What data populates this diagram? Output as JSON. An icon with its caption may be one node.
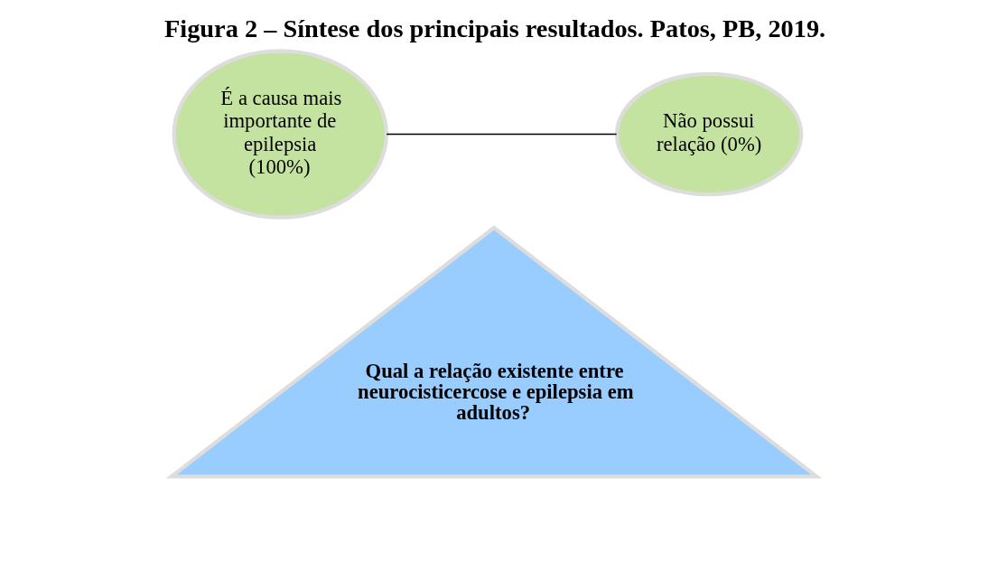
{
  "diagram": {
    "title": "Figura 2 – Síntese dos principais resultados. Patos, PB, 2019.",
    "nodes": [
      {
        "text": [
          "Não possui relação (0%)"
        ]
      },
      {
        "text": [
          "É a causa mais importante de epilepsia (100%)"
        ]
      },
      {
        "text": [
          "Qual a relação existente entre neurocisticercose e epilepsia em adultos?"
        ]
      }
    ],
    "edges": [
      {
        "from": 1,
        "to": 0,
        "arrow": "none"
      }
    ]
  }
}
